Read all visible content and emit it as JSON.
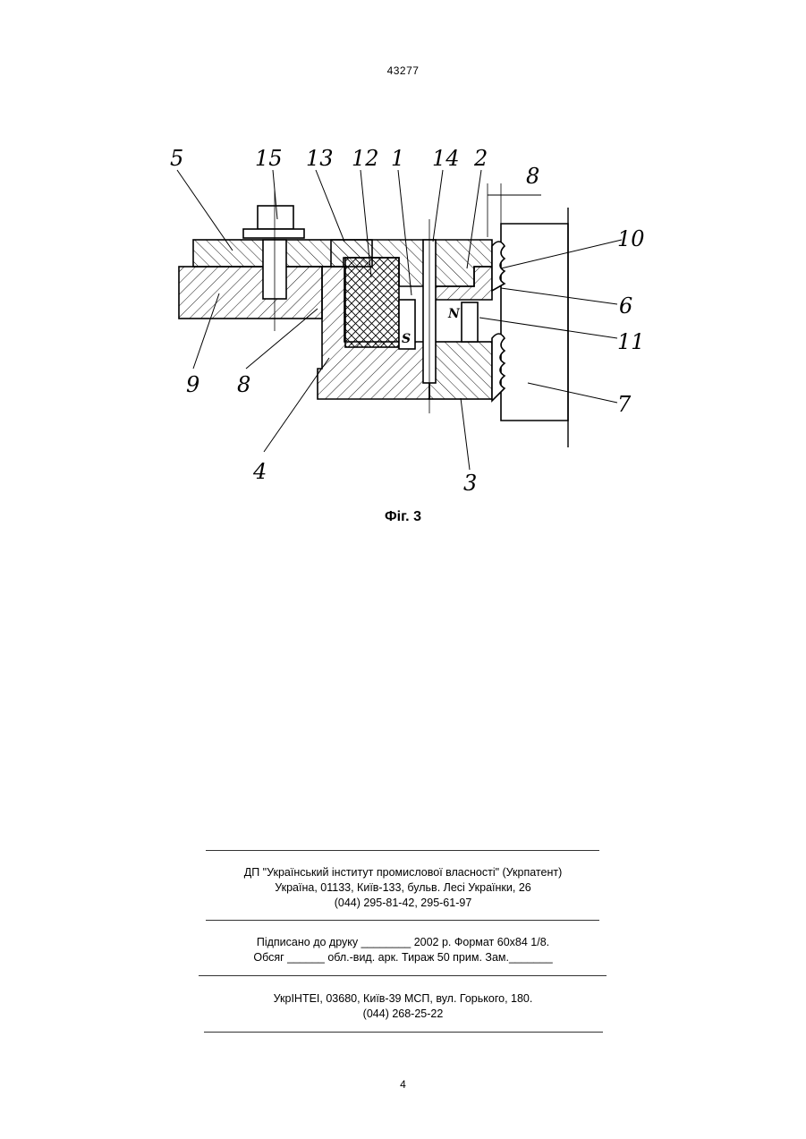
{
  "header": {
    "doc_number": "43277"
  },
  "figure": {
    "caption": "Фіг. 3",
    "labels": [
      "5",
      "15",
      "13",
      "12",
      "1",
      "14",
      "2",
      "8",
      "10",
      "6",
      "11",
      "7",
      "3",
      "4",
      "9",
      "8"
    ],
    "pole_labels": [
      "S",
      "N"
    ]
  },
  "publisher": {
    "lines": [
      "ДП \"Український інститут промислової власності\" (Укрпатент)",
      "Україна, 01133, Київ-133, бульв. Лесі Українки, 26",
      "(044) 295-81-42, 295-61-97"
    ]
  },
  "print_info": {
    "lines": [
      "Підписано до друку ________ 2002 р.    Формат 60х84 1/8.",
      "Обсяг ______ обл.-вид. арк.   Тираж 50 прим.    Зам._______"
    ]
  },
  "printer": {
    "lines": [
      "УкрІНТЕІ, 03680, Київ-39 МСП, вул. Горького, 180.",
      "(044) 268-25-22"
    ]
  },
  "footer": {
    "page_number": "4"
  }
}
